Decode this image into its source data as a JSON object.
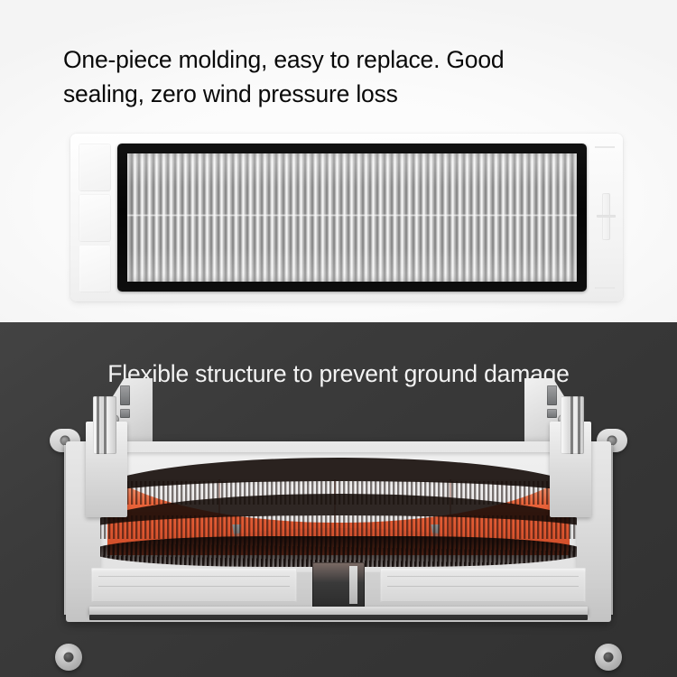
{
  "panels": [
    {
      "id": "filter-panel",
      "headline": "One-piece molding, easy to replace. Good\nsealing, zero wind pressure loss",
      "background_color": "#fefefe",
      "text_color": "#090909",
      "product": {
        "name": "hepa-filter",
        "frame_color": "#f4f4f4",
        "bezel_color": "#0a0a0a",
        "media_color": "#9d9d9d",
        "parts": [
          {
            "name": "frame-slot-top",
            "shape": "rounded-rect"
          },
          {
            "name": "frame-slot-middle",
            "shape": "rounded-rect"
          },
          {
            "name": "frame-slot-bottom",
            "shape": "rounded-rect"
          },
          {
            "name": "pull-tab",
            "shape": "vertical-bar"
          },
          {
            "name": "pleated-media",
            "shape": "vertical-pleats"
          }
        ]
      }
    },
    {
      "id": "brush-panel",
      "headline": "Flexible structure to prevent ground damage",
      "background_color": "#3a3a3a",
      "text_color": "#f3f3f3",
      "product": {
        "name": "main-roller-brush-assembly",
        "roller_color": "#e8633a",
        "bristle_color": "#140c09",
        "housing_color": "#dcdcdc",
        "parts": [
          {
            "name": "left-mount-bracket",
            "shape": "tapered-block"
          },
          {
            "name": "right-mount-bracket",
            "shape": "tapered-block"
          },
          {
            "name": "left-bearing-cap",
            "shape": "stepped-cylinder"
          },
          {
            "name": "right-bearing-cap",
            "shape": "stepped-cylinder"
          },
          {
            "name": "left-mount-ear",
            "shape": "pill-with-hole"
          },
          {
            "name": "right-mount-ear",
            "shape": "pill-with-hole"
          },
          {
            "name": "orange-roller-core",
            "shape": "flexed-cylinder"
          },
          {
            "name": "bristle-spiral-upper",
            "shape": "helix-band"
          },
          {
            "name": "bristle-spiral-lower",
            "shape": "helix-band"
          },
          {
            "name": "left-vent-grill",
            "shape": "recessed-panel"
          },
          {
            "name": "right-vent-grill",
            "shape": "recessed-panel"
          },
          {
            "name": "center-intake-port",
            "shape": "dark-opening"
          },
          {
            "name": "left-caster",
            "shape": "circle"
          },
          {
            "name": "right-caster",
            "shape": "circle"
          }
        ]
      }
    }
  ]
}
